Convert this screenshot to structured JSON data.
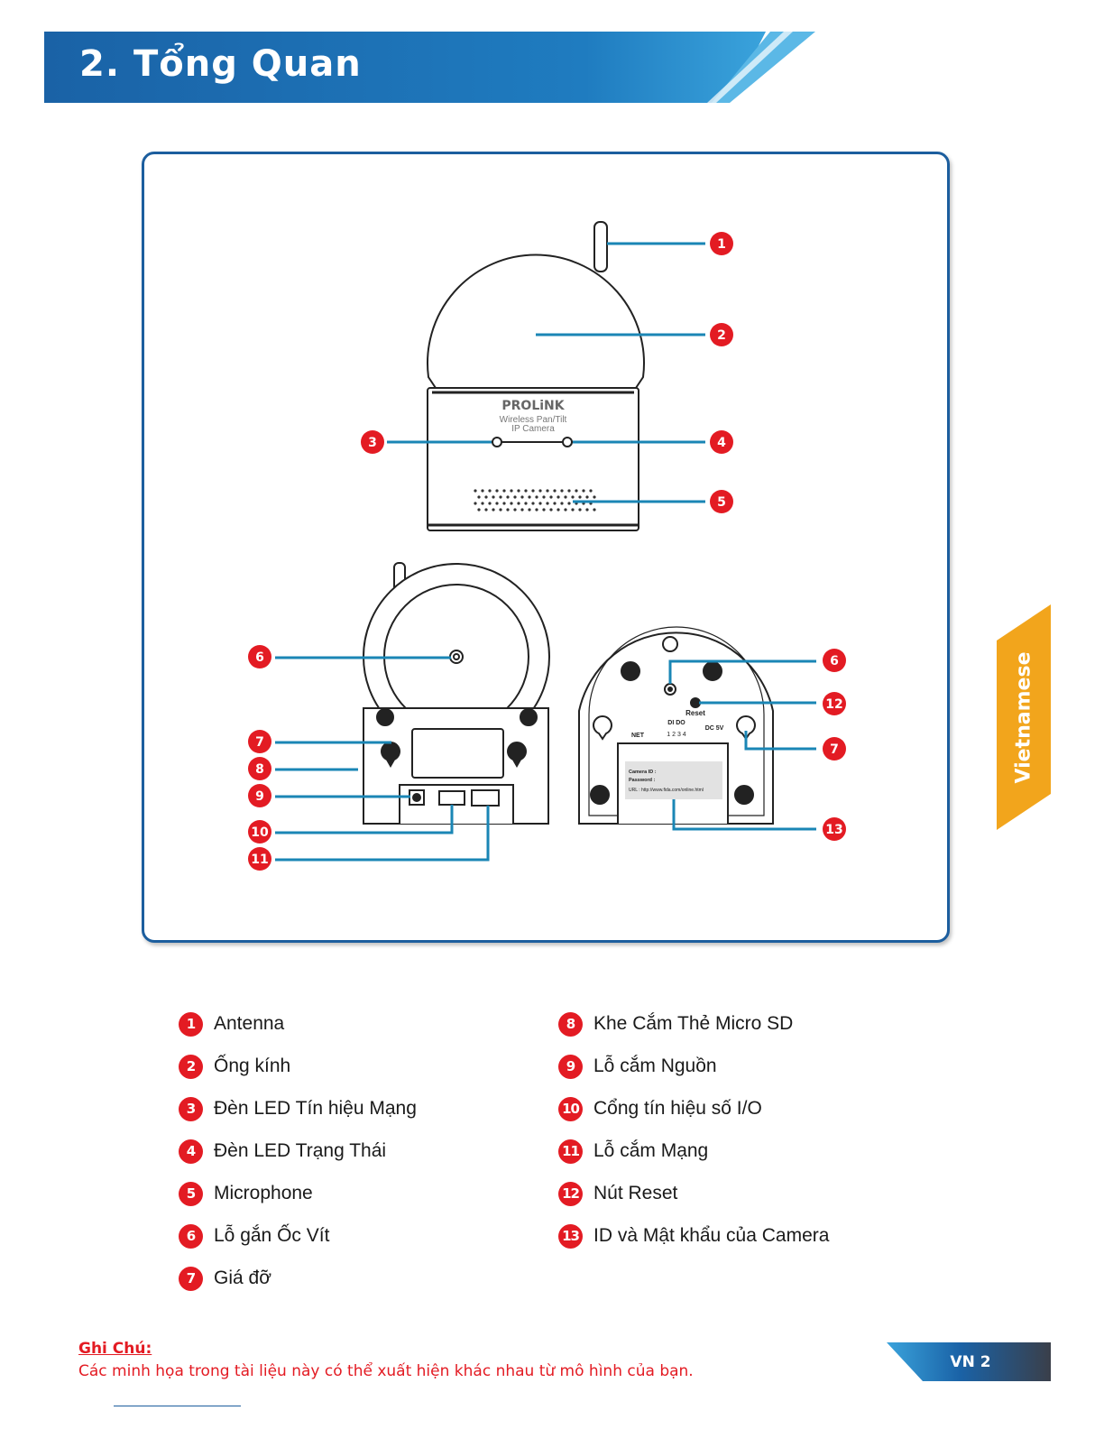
{
  "header": {
    "title": "2. Tổng Quan"
  },
  "side_tab": {
    "label": "Vietnamese",
    "color": "#f2a51c"
  },
  "device": {
    "brand": "PROLiNK",
    "model_line1": "Wireless Pan/Tilt",
    "model_line2": "IP Camera",
    "port_labels": {
      "reset": "Reset",
      "net": "NET",
      "dido": "DI DO",
      "pins": "1 2 3 4",
      "dc": "DC  5V"
    },
    "sticker": {
      "line1": "Camera ID :",
      "line2": "Password :",
      "line3": "URL : http://www.fida.com/online.html"
    }
  },
  "callouts": [
    "1",
    "2",
    "3",
    "4",
    "5",
    "6",
    "7",
    "8",
    "9",
    "10",
    "11",
    "6",
    "12",
    "7",
    "13"
  ],
  "legend": [
    {
      "num": "1",
      "label": "Antenna"
    },
    {
      "num": "2",
      "label": "Ống kính"
    },
    {
      "num": "3",
      "label": "Đèn LED Tín hiệu Mạng"
    },
    {
      "num": "4",
      "label": "Đèn LED Trạng Thái"
    },
    {
      "num": "5",
      "label": "Microphone"
    },
    {
      "num": "6",
      "label": "Lỗ gắn Ốc Vít"
    },
    {
      "num": "7",
      "label": "Giá đỡ"
    },
    {
      "num": "8",
      "label": "Khe Cắm Thẻ Micro SD"
    },
    {
      "num": "9",
      "label": "Lỗ cắm Nguồn"
    },
    {
      "num": "10",
      "label": "Cổng tín hiệu số I/O"
    },
    {
      "num": "11",
      "label": "Lỗ cắm Mạng"
    },
    {
      "num": "12",
      "label": "Nút Reset"
    },
    {
      "num": "13",
      "label": "ID và Mật khẩu của Camera"
    }
  ],
  "note": {
    "title": "Ghi Chú:",
    "text": "Các minh họa trong tài liệu này có thể xuất hiện khác nhau từ mô hình của bạn."
  },
  "page": {
    "label": "VN 2"
  },
  "colors": {
    "brand_blue": "#1c5e9e",
    "callout_line": "#1a86b5",
    "callout_red": "#e31b23"
  }
}
